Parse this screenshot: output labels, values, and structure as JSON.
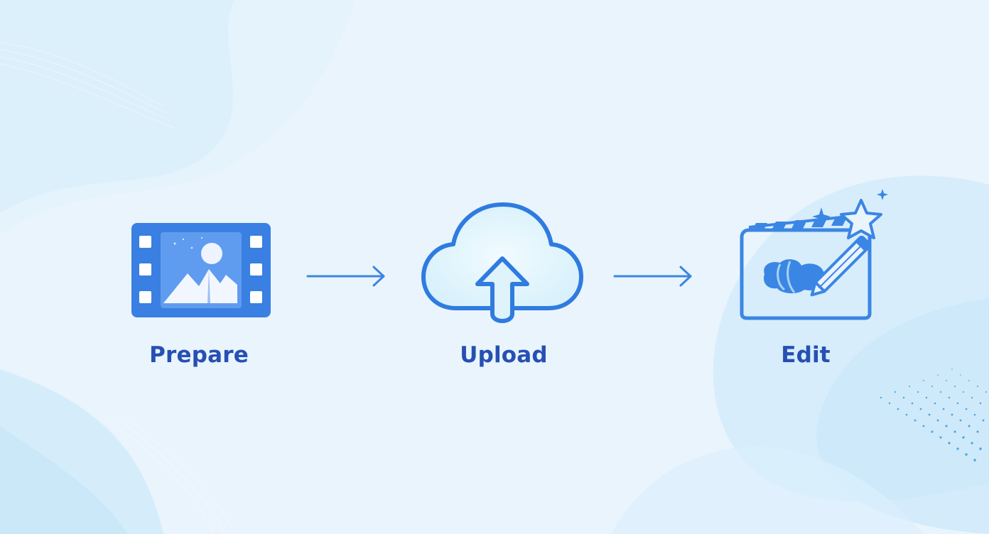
{
  "colors": {
    "accent": "#2f7be0",
    "label": "#2650b2",
    "background": "#eaf4fd",
    "arrow": "#3b86e0"
  },
  "steps": [
    {
      "id": "prepare",
      "label": "Prepare",
      "icon": "film-image-icon"
    },
    {
      "id": "upload",
      "label": "Upload",
      "icon": "cloud-upload-icon"
    },
    {
      "id": "edit",
      "label": "Edit",
      "icon": "clapperboard-pencil-star-icon"
    }
  ],
  "connectors": [
    {
      "from": "prepare",
      "to": "upload",
      "icon": "arrow-right-icon"
    },
    {
      "from": "upload",
      "to": "edit",
      "icon": "arrow-right-icon"
    }
  ]
}
